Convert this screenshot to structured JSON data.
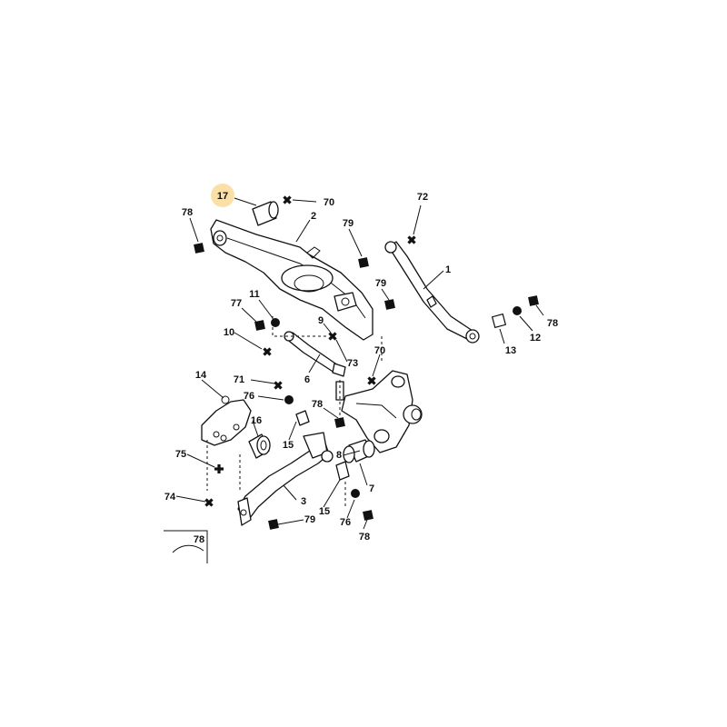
{
  "diagram": {
    "highlight_color": "#fbe0a6",
    "labels": [
      {
        "id": "l17",
        "text": "17",
        "highlight": true
      },
      {
        "id": "l70a",
        "text": "70"
      },
      {
        "id": "l72",
        "text": "72"
      },
      {
        "id": "l78a",
        "text": "78"
      },
      {
        "id": "l2",
        "text": "2"
      },
      {
        "id": "l79a",
        "text": "79"
      },
      {
        "id": "l1",
        "text": "1"
      },
      {
        "id": "l77",
        "text": "77"
      },
      {
        "id": "l11",
        "text": "11"
      },
      {
        "id": "l79b",
        "text": "79"
      },
      {
        "id": "l78b",
        "text": "78"
      },
      {
        "id": "l10",
        "text": "10"
      },
      {
        "id": "l9",
        "text": "9"
      },
      {
        "id": "l13",
        "text": "13"
      },
      {
        "id": "l12",
        "text": "12"
      },
      {
        "id": "l73",
        "text": "73"
      },
      {
        "id": "l70b",
        "text": "70"
      },
      {
        "id": "l6",
        "text": "6"
      },
      {
        "id": "l14",
        "text": "14"
      },
      {
        "id": "l71",
        "text": "71"
      },
      {
        "id": "l76a",
        "text": "76"
      },
      {
        "id": "l78c",
        "text": "78"
      },
      {
        "id": "l16",
        "text": "16"
      },
      {
        "id": "l15a",
        "text": "15"
      },
      {
        "id": "l75",
        "text": "75"
      },
      {
        "id": "l8",
        "text": "8"
      },
      {
        "id": "l7",
        "text": "7"
      },
      {
        "id": "l3",
        "text": "3"
      },
      {
        "id": "l74",
        "text": "74"
      },
      {
        "id": "l15b",
        "text": "15"
      },
      {
        "id": "l76b",
        "text": "76"
      },
      {
        "id": "l79c",
        "text": "79"
      },
      {
        "id": "l78d",
        "text": "78"
      },
      {
        "id": "l78e",
        "text": "78"
      }
    ]
  }
}
